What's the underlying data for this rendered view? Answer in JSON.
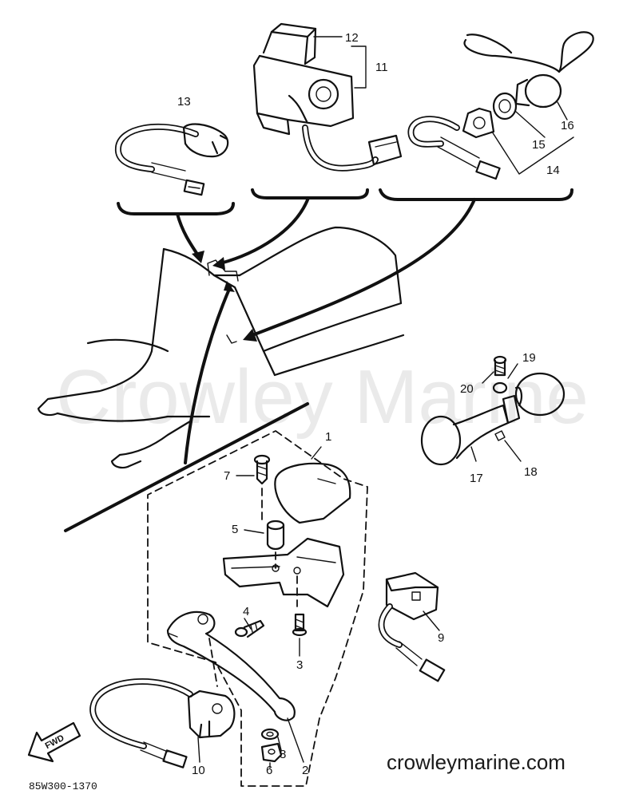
{
  "watermark": "Crowley Marine",
  "website": "crowleymarine.com",
  "drawing_code": "85W300-1370",
  "fwd_label": "FWD",
  "callouts": {
    "c1": "1",
    "c2": "2",
    "c3": "3",
    "c4": "4",
    "c5": "5",
    "c6": "6",
    "c7": "7",
    "c8": "8",
    "c9": "9",
    "c10": "10",
    "c11": "11",
    "c12": "12",
    "c13": "13",
    "c14": "14",
    "c15": "15",
    "c16": "16",
    "c17": "17",
    "c18": "18",
    "c19": "19",
    "c20": "20"
  }
}
